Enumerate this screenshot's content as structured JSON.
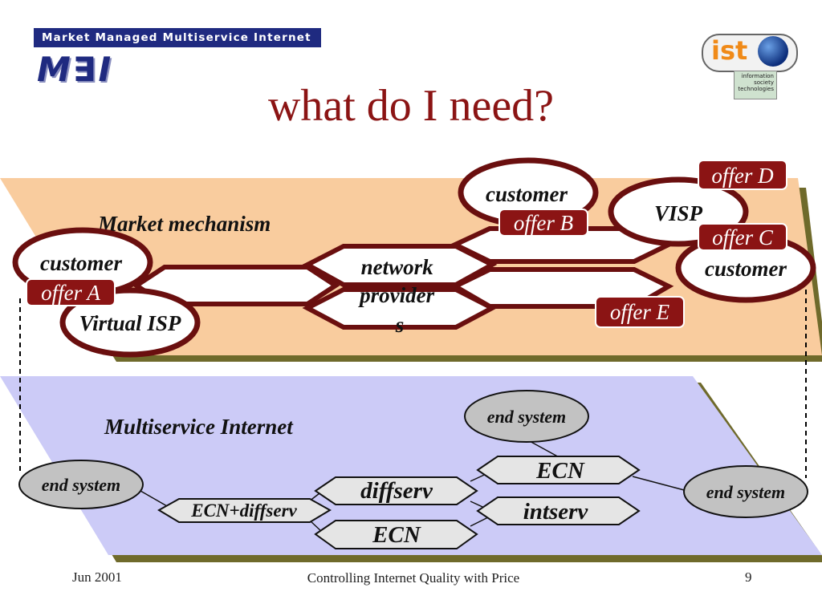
{
  "header": {
    "brand_banner": "Market Managed Multiservice Internet",
    "brand_logo": "M∃I",
    "title": "what do I need?",
    "ist_logo": {
      "text": "ist",
      "caption": "information society technologies"
    }
  },
  "market_layer": {
    "label": "Market mechanism",
    "nodes": {
      "customer_left": "customer",
      "customer_top": "customer",
      "customer_right": "customer",
      "visp": "VISP",
      "virtual_isp": "Virtual ISP",
      "network_providers": "network provider s"
    },
    "offers": {
      "a": "offer A",
      "b": "offer B",
      "c": "offer C",
      "d": "offer D",
      "e": "offer E"
    }
  },
  "network_layer": {
    "label": "Multiservice Internet",
    "end_systems": {
      "left": "end system",
      "top": "end system",
      "right": "end system"
    },
    "routers": {
      "ecn_diffserv": "ECN+diffserv",
      "diffserv": "diffserv",
      "ecn_bottom": "ECN",
      "intserv": "intserv",
      "ecn_top": "ECN"
    }
  },
  "footer": {
    "date": "Jun 2001",
    "caption": "Controlling Internet Quality with Price",
    "page_number": "9"
  },
  "colors": {
    "title": "#8b1414",
    "market_plane": "#f9cc9e",
    "network_plane": "#cccbf7",
    "plane_shadow": "#6f6a2b",
    "offer_fill": "#8b1414",
    "brand_blue": "#1f2a80"
  }
}
